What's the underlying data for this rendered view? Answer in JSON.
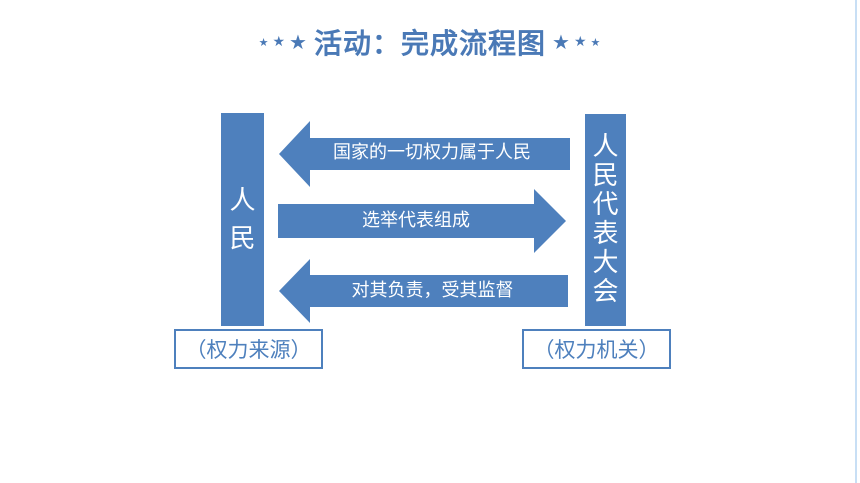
{
  "title": {
    "text": "活动：完成流程图",
    "left_stars": "★★★",
    "right_stars": "★★★"
  },
  "left_entity": {
    "chars": [
      "人",
      "民"
    ]
  },
  "right_entity": {
    "chars": [
      "人",
      "民",
      "代",
      "表",
      "大",
      "会"
    ]
  },
  "arrows": [
    {
      "label": "国家的一切权力属于人民",
      "direction": "left"
    },
    {
      "label": "选举代表组成",
      "direction": "right"
    },
    {
      "label": "对其负责，受其监督",
      "direction": "left"
    }
  ],
  "captions": {
    "left": "（权力来源）",
    "right": "（权力机关）"
  },
  "colors": {
    "primary": "#4e80bd",
    "title": "#4a79b6",
    "text_on_primary": "#ffffff"
  }
}
